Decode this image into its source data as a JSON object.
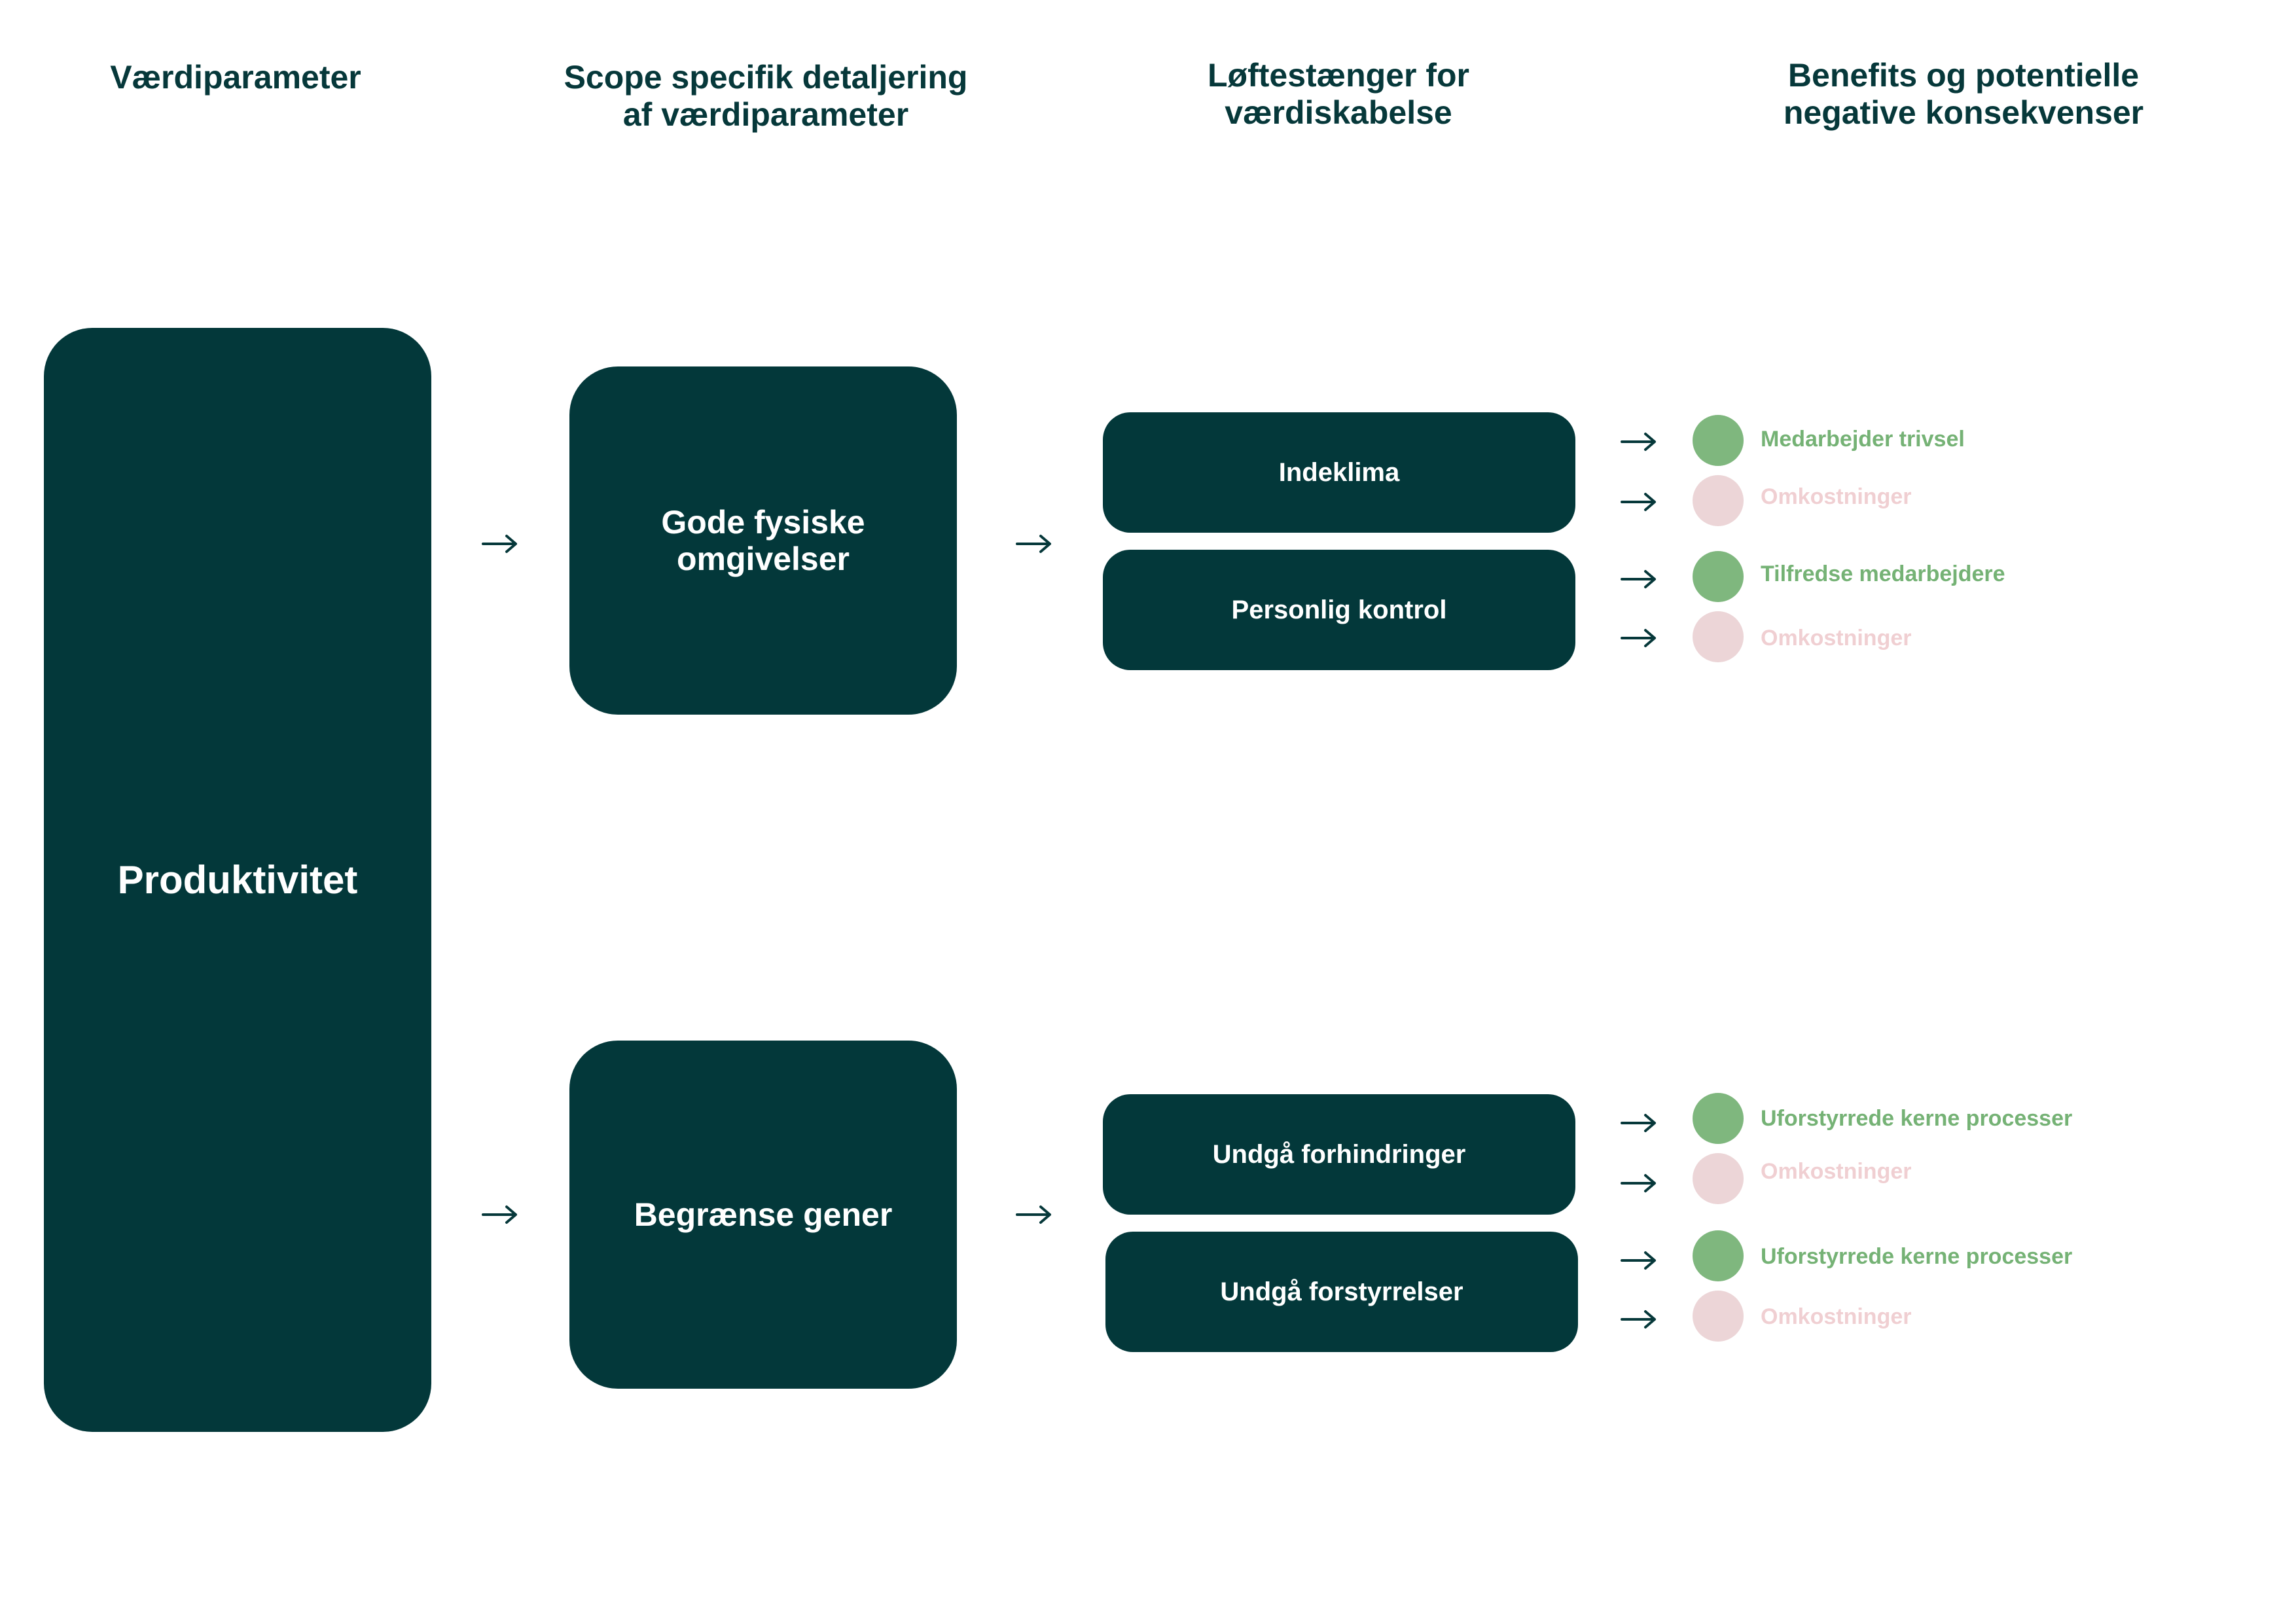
{
  "headers": {
    "col1": "Værdiparameter",
    "col2": "Scope specifik detaljering\naf værdiparameter",
    "col3": "Løftestænger for\nværdiskabelse",
    "col4": "Benefits og potentielle\nnegative konsekvenser"
  },
  "main_parameter": "Produktivitet",
  "scopes": [
    {
      "label": "Gode fysiske\nomgivelser",
      "levers": [
        {
          "label": "Indeklima",
          "benefit": "Medarbejder trivsel",
          "cost": "Omkostninger"
        },
        {
          "label": "Personlig kontrol",
          "benefit": "Tilfredse medarbejdere",
          "cost": "Omkostninger"
        }
      ]
    },
    {
      "label": "Begrænse gener",
      "levers": [
        {
          "label": "Undgå forhindringer",
          "benefit": "Uforstyrrede kerne processer",
          "cost": "Omkostninger"
        },
        {
          "label": "Undgå forstyrrelser",
          "benefit": "Uforstyrrede kerne processer",
          "cost": "Omkostninger"
        }
      ]
    }
  ],
  "colors": {
    "box": "#03383a",
    "header_text": "#06383a",
    "benefit_dot": "#7fb77e",
    "benefit_text": "#75b275",
    "cost_dot": "#ecd5d7",
    "cost_text": "#f0cfd2"
  },
  "icons": {
    "arrow": "arrow-right-icon",
    "benefit": "green-circle-icon",
    "cost": "pink-circle-icon"
  }
}
